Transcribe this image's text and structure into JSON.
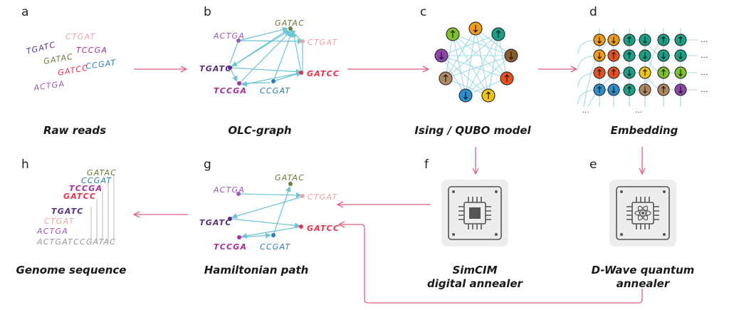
{
  "panels": {
    "a": {
      "letter": "a",
      "caption": "Raw reads",
      "reads": [
        "CTGAT",
        "TGATC",
        "TCCGA",
        "GATAC",
        "CCGAT",
        "GATCC",
        "ACTGA"
      ]
    },
    "b": {
      "letter": "b",
      "caption": "OLC-graph",
      "nodes": [
        "GATAC",
        "ACTGA",
        "CTGAT",
        "TGATC",
        "GATCC",
        "TCCGA",
        "CCGAT"
      ]
    },
    "c": {
      "letter": "c",
      "caption": "Ising / QUBO model"
    },
    "d": {
      "letter": "d",
      "caption": "Embedding",
      "ellipsis": "..."
    },
    "e": {
      "letter": "e",
      "caption_line1": "D-Wave quantum",
      "caption_line2": "annealer"
    },
    "f": {
      "letter": "f",
      "caption_line1": "SimCIM",
      "caption_line2": "digital annealer"
    },
    "g": {
      "letter": "g",
      "caption": "Hamiltonian path",
      "nodes": [
        "GATAC",
        "ACTGA",
        "CTGAT",
        "TGATC",
        "GATCC",
        "TCCGA",
        "CCGAT"
      ]
    },
    "h": {
      "letter": "h",
      "caption": "Genome sequence",
      "reads": [
        "GATAC",
        "CCGAT",
        "TCCGA",
        "GATCC",
        "TGATC",
        "CTGAT",
        "ACTGA"
      ],
      "sequence": "ACTGATCCGATAC"
    }
  },
  "colors": {
    "ACTGA": "#9b59b6",
    "CTGAT": "#f0a3a3",
    "TGATC": "#5b2d82",
    "GATCC": "#e8334a",
    "TCCGA": "#a8309a",
    "CCGAT": "#2a7db5",
    "GATAC": "#6d7a3a",
    "sequence": "#999999",
    "arrow": "#e0607e",
    "edge": "#6cc4d4"
  },
  "spins": {
    "ising": [
      {
        "color": "#f39c12",
        "dir": "down"
      },
      {
        "color": "#16a085",
        "dir": "up"
      },
      {
        "color": "#8b5a2b",
        "dir": "down"
      },
      {
        "color": "#e8501e",
        "dir": "up"
      },
      {
        "color": "#f1c40f",
        "dir": "up"
      },
      {
        "color": "#2a8fd0",
        "dir": "down"
      },
      {
        "color": "#b08860",
        "dir": "up"
      },
      {
        "color": "#8e44ad",
        "dir": "down"
      },
      {
        "color": "#7cc12a",
        "dir": "up"
      }
    ],
    "embedding_rows": [
      [
        "#f39c12",
        "#f39c12",
        "#16a085",
        "#16a085"
      ],
      [
        "#f39c12",
        "#e8501e",
        "#16a085",
        "#16a085"
      ],
      [
        "#e8501e",
        "#e8501e",
        "#16a085",
        "#f1c40f"
      ],
      [
        "#2a8fd0",
        "#2a8fd0",
        "#16a085",
        "#b08860"
      ]
    ],
    "embedding_dirs": [
      [
        "down",
        "down",
        "up",
        "down"
      ],
      [
        "down",
        "up",
        "up",
        "down"
      ],
      [
        "up",
        "up",
        "down",
        "up"
      ],
      [
        "up",
        "down",
        "up",
        "down"
      ]
    ],
    "embedding_rows_right": [
      [
        "#16a085",
        "#16a085"
      ],
      [
        "#16a085",
        "#16a085"
      ],
      [
        "#7cc12a",
        "#7cc12a"
      ],
      [
        "#b08860",
        "#8e44ad"
      ]
    ],
    "embedding_dirs_right": [
      [
        "up",
        "up"
      ],
      [
        "down",
        "down"
      ],
      [
        "up",
        "down"
      ],
      [
        "up",
        "down"
      ]
    ]
  }
}
